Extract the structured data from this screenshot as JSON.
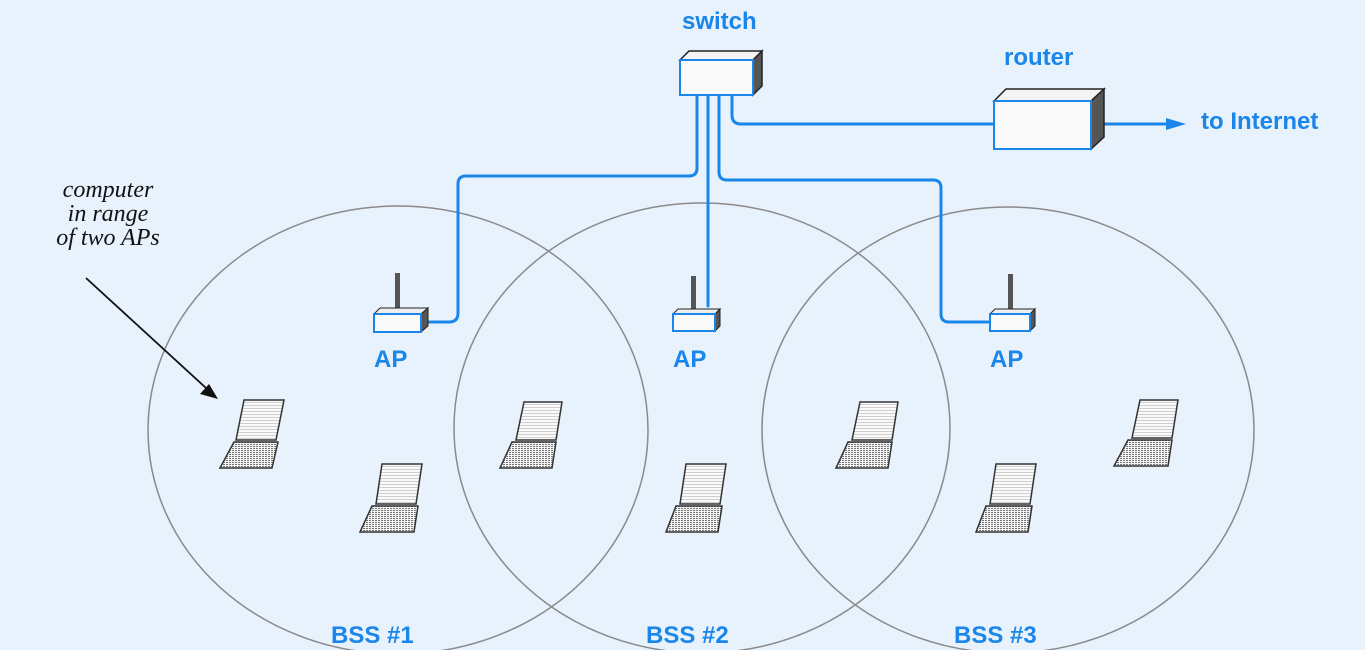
{
  "labels": {
    "switch": "switch",
    "router": "router",
    "internet": "to Internet",
    "ap": "AP",
    "bss": [
      "BSS #1",
      "BSS #2",
      "BSS #3"
    ],
    "annotation": [
      "computer",
      "in range",
      "of two APs"
    ]
  },
  "colors": {
    "background": "#e8f2fc",
    "accent": "#1a86ea",
    "device_dark": "#555555",
    "circle": "#8a8a8a"
  }
}
